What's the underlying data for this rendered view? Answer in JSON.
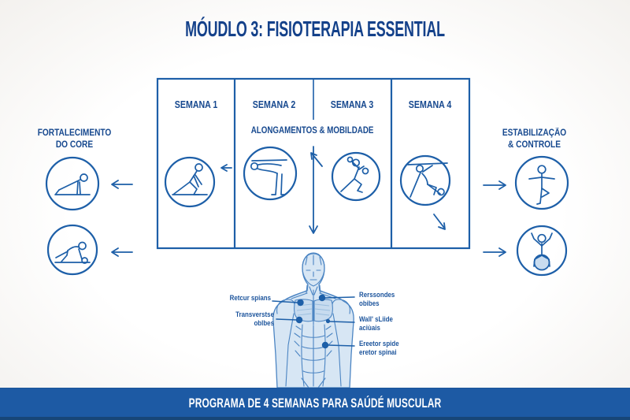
{
  "title": "MÓUDLO 3: FISIOTERAPIA ESSENTIAL",
  "table": {
    "columns": [
      "SEMANA 1",
      "SEMANA 2",
      "SEMANA 3",
      "SEMANA 4"
    ],
    "subheader": "ALONGAMENTOS & MOBILDADE"
  },
  "left_panel": {
    "line1": "FORTALECIMENTO",
    "line2": "DO CORE",
    "icons": [
      "plank-exercise-icon",
      "bird-dog-exercise-icon"
    ]
  },
  "right_panel": {
    "line1": "ESTABILIZAÇÃO",
    "line2": "& CONTROLE",
    "icons": [
      "balance-pose-icon",
      "ball-sit-exercise-icon"
    ]
  },
  "week_icons": [
    "lunge-stretch-icon",
    "standing-forward-stretch-icon",
    "side-lunge-stretch-icon",
    "supported-stretch-icon"
  ],
  "anatomy": {
    "left": [
      {
        "line1": "Retcur spians",
        "line2": ""
      },
      {
        "line1": "Transverstse",
        "line2": "oblbes"
      }
    ],
    "right": [
      {
        "line1": "Rerssondes",
        "line2": "obibes"
      },
      {
        "line1": "Wall' sLiide",
        "line2": "aciùais"
      },
      {
        "line1": "Ereetor spide",
        "line2": "eretor spinai"
      }
    ]
  },
  "footer": {
    "text": "PROGRAMA DE 4 SEMANAS PARA SAÚDÉ MUSCULAR"
  },
  "colors": {
    "line_blue": "#1d5fa8",
    "heading_blue": "#17498f",
    "title_blue": "#14418a",
    "footer_bg": "#1d5aa4",
    "footer_edge": "#174678",
    "anatomy_fill": "#d7e6f4",
    "anatomy_stroke": "#4c85c3",
    "footer_text": "#ffffff"
  }
}
